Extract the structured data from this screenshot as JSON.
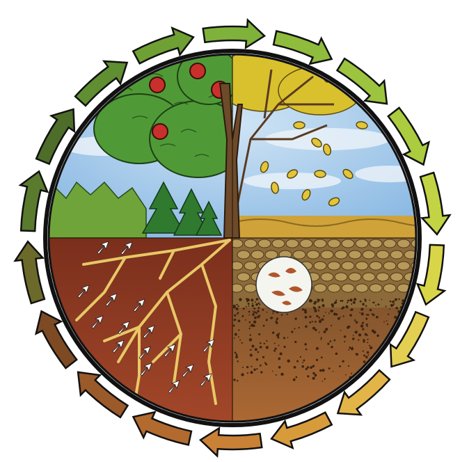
{
  "figure": {
    "ring_arrow_colors": [
      "#7fb23a",
      "#8fbc3c",
      "#9cc43f",
      "#abcc3e",
      "#c2d444",
      "#d8d648",
      "#e3cf52",
      "#e3b548",
      "#d89b3c",
      "#c98135",
      "#b36a2e",
      "#9b5a2a",
      "#7d4a24",
      "#6b6a2a",
      "#5a7a2e",
      "#4d6d29",
      "#5f8f30",
      "#6fa033"
    ],
    "colors": {
      "sky": "#9fc7ea",
      "sky_cloud": "#e9f1f8",
      "soil_roots": "#8a3a22",
      "soil_compost": "#9c5a2c",
      "topsoil_litter": "#8c6a3a",
      "foliage_green": "#4f9a36",
      "foliage_autumn": "#d9c12e",
      "apple_red": "#c9302c",
      "pine_green": "#2f7a2e",
      "root_yellow": "#e7c866",
      "trunk": "#6d4a2a"
    },
    "icons": [
      "cycle-arrow-ring",
      "apple-tree",
      "falling-leaves",
      "conifer-trees",
      "root-network",
      "nutrient-arrows",
      "soil-magnifier-circle"
    ]
  }
}
